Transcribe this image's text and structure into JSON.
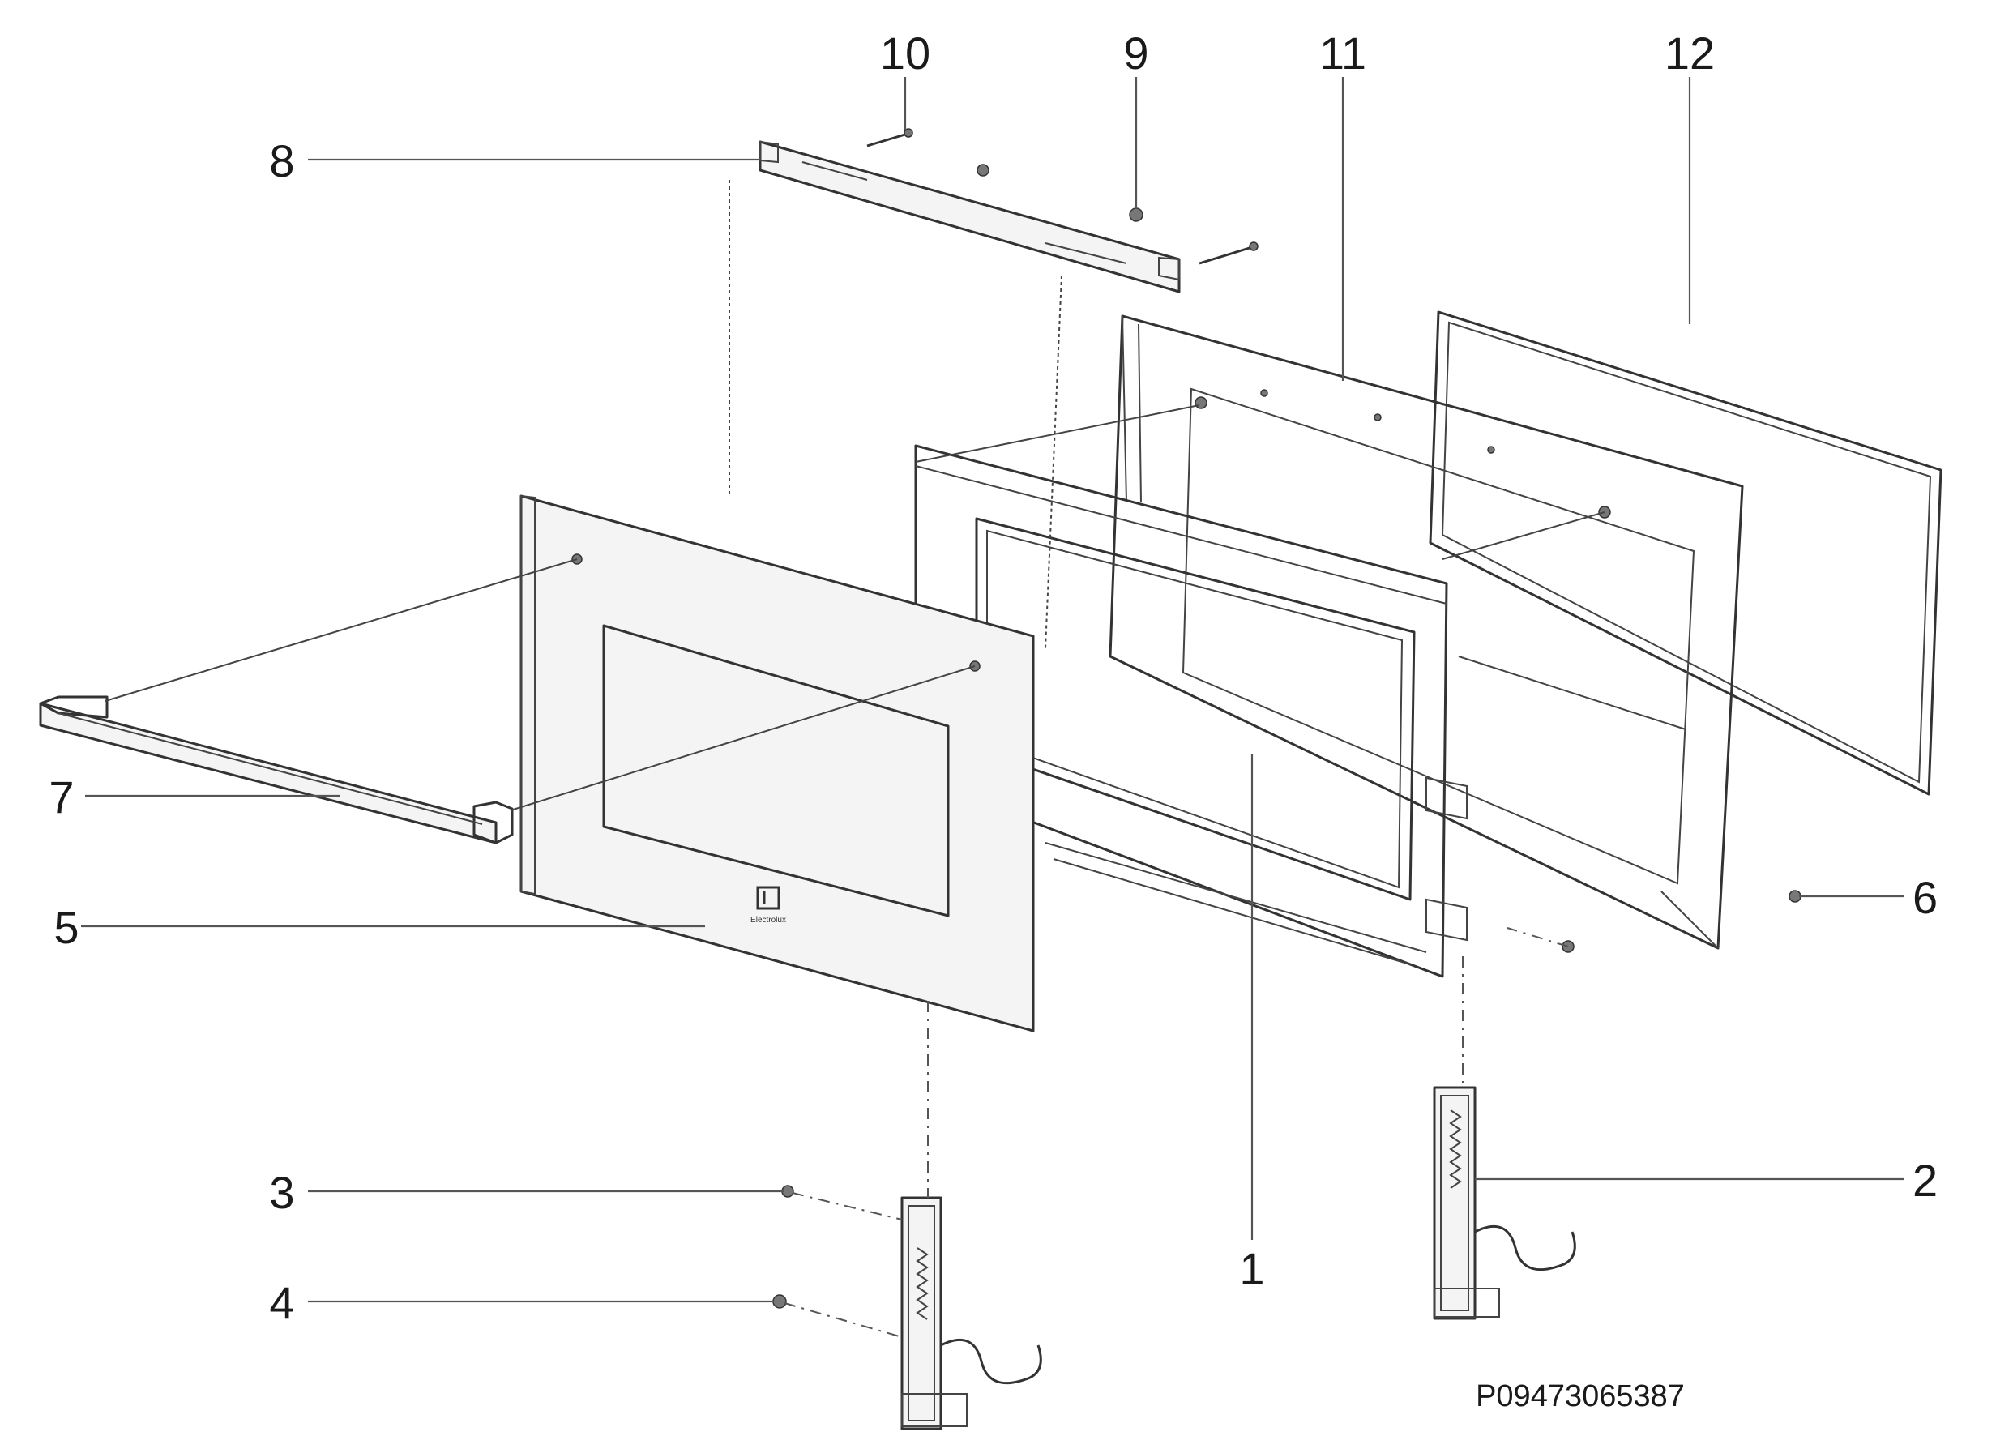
{
  "diagram": {
    "callouts": {
      "c1": "1",
      "c2": "2",
      "c3": "3",
      "c4": "4",
      "c5": "5",
      "c6": "6",
      "c7": "7",
      "c8": "8",
      "c9": "9",
      "c10": "10",
      "c11": "11",
      "c12": "12"
    },
    "reference_code": "P09473065387",
    "brand_label": "Electrolux"
  }
}
